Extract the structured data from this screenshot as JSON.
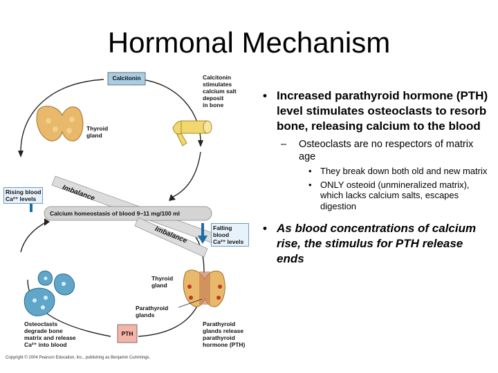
{
  "slide": {
    "title": "Hormonal Mechanism"
  },
  "figure": {
    "calcitonin_box": "Calcitonin",
    "calcitonin_caption": [
      "Calcitonin",
      "stimulates",
      "calcium salt",
      "deposit",
      "in bone"
    ],
    "thyroid_top": [
      "Thyroid",
      "gland"
    ],
    "rising": [
      "Rising blood",
      "Ca²⁺ levels"
    ],
    "imbalance_top": "Imbalance",
    "homeostasis": "Calcium homeostasis of blood 9–11 mg/100 ml",
    "imbalance_bottom": "Imbalance",
    "falling": [
      "Falling blood",
      "Ca²⁺ levels"
    ],
    "thyroid_bottom": [
      "Thyroid",
      "gland"
    ],
    "parathyroid": [
      "Parathyroid",
      "glands"
    ],
    "osteoclasts": [
      "Osteoclasts",
      "degrade bone",
      "matrix and release",
      "Ca²⁺ into blood"
    ],
    "pth_box": "PTH",
    "parathyroid_release": [
      "Parathyroid",
      "glands release",
      "parathyroid",
      "hormone (PTH)"
    ],
    "copyright": "Copyright © 2004 Pearson Education, Inc., publishing as Benjamin Cummings.",
    "colors": {
      "calcitonin_fill": "#a8cde4",
      "pth_fill": "#f4b4a8",
      "gland_fill": "#e8b96a",
      "bone_fill": "#f2d66e",
      "osteoclast_fill": "#5fa6c9",
      "arrow": "#1a6ea6"
    }
  },
  "bullets": [
    {
      "text": "Increased parathyroid hormone (PTH) level stimulates osteoclasts to resorb bone, releasing calcium to the blood",
      "sub": [
        {
          "text": "Osteoclasts are no respectors of matrix age",
          "sub": [
            "They break down both old and new matrix",
            "ONLY osteoid (unmineralized matrix), which lacks calcium salts, escapes digestion"
          ]
        }
      ]
    },
    {
      "text": "As blood concentrations of calcium rise, the stimulus for PTH release ends"
    }
  ],
  "bullet_symbol": "•",
  "dash_symbol": "–"
}
